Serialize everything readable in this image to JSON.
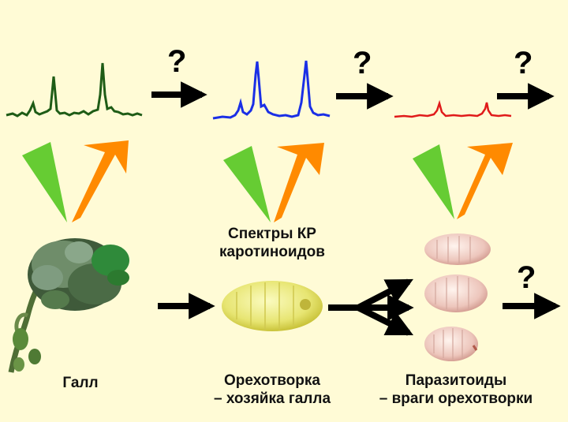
{
  "question_mark": "?",
  "labels": {
    "spectra_line1": "Спектры КР",
    "spectra_line2": "каротиноидов",
    "gall": "Галл",
    "host_line1": "Орехотворка",
    "host_line2": "– хозяйка галла",
    "parasitoids_line1": "Паразитоиды",
    "parasitoids_line2": "– враги орехотворки"
  },
  "colors": {
    "background": "#fffbd6",
    "spectrum_gall": "#1e5c16",
    "spectrum_host": "#1a2fe6",
    "spectrum_parasitoid": "#e01a1a",
    "laser_green": "#66cc33",
    "scatter_orange": "#ff8a00",
    "arrows": "#000000"
  }
}
